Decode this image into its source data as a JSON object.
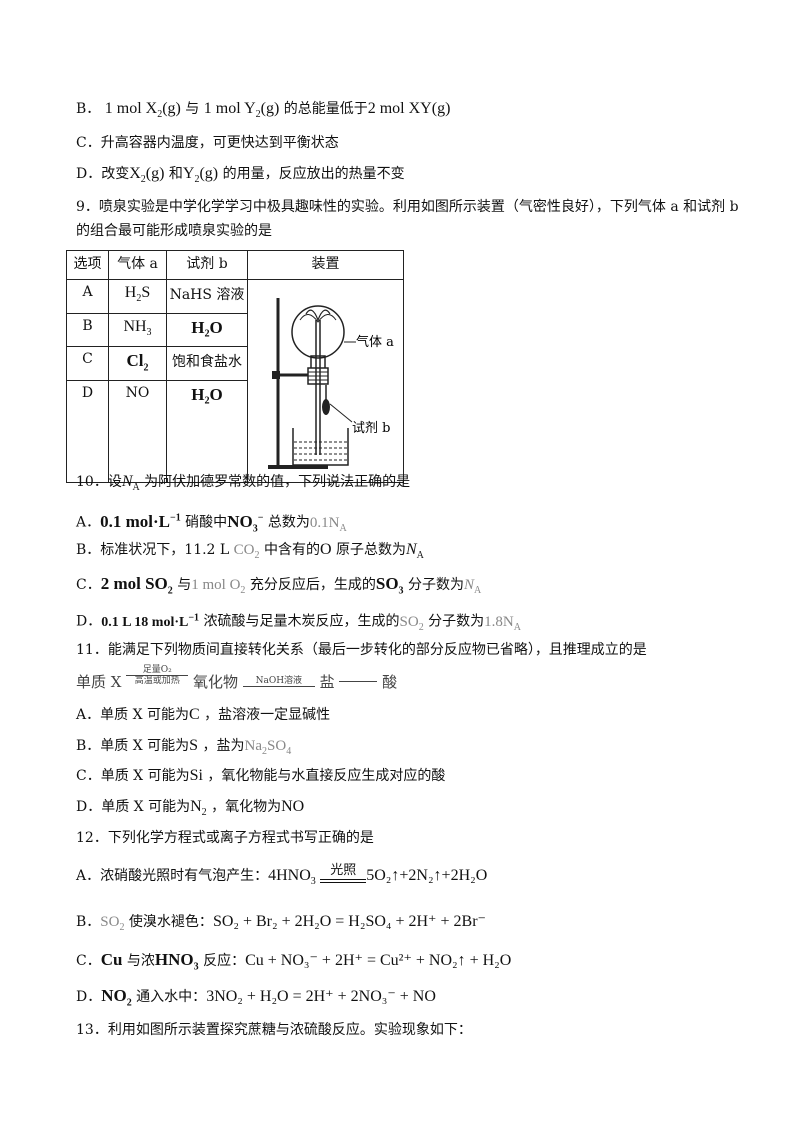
{
  "q8": {
    "B": {
      "label": "B．",
      "p1": "1 mol X",
      "p1sub": "2",
      "p1b": "(g)",
      "p2": " 与",
      "p3": "1 mol Y",
      "p3sub": "2",
      "p3b": "(g)",
      "p4": " 的总能量低于",
      "p5": "2 mol XY(g)"
    },
    "C": {
      "label": "C．",
      "text": "升高容器内温度，可更快达到平衡状态"
    },
    "D": {
      "label": "D．",
      "p1": "改变",
      "x": "X",
      "xsub": "2",
      "xb": "(g)",
      "p2": " 和",
      "y": "Y",
      "ysub": "2",
      "yb": "(g)",
      "p3": " 的用量，反应放出的热量不变"
    }
  },
  "q9": {
    "line1": "9．喷泉实验是中学化学学习中极具趣味性的实验。利用如图所示装置（气密性良好），下列气体  a 和试剂  b",
    "line2": "的组合最可能形成喷泉实验的是",
    "table": {
      "headers": [
        "选项",
        "气体  a",
        "试剂  b",
        "装置"
      ],
      "rows": [
        {
          "opt": "A",
          "gas": "H",
          "gas_sub": "2",
          "gas_after": "S",
          "reagent": "NaHS 溶液"
        },
        {
          "opt": "B",
          "gas": "NH",
          "gas_sub": "3",
          "gas_after": "",
          "reagent": "H₂O"
        },
        {
          "opt": "C",
          "gas": "Cl",
          "gas_sub": "2",
          "gas_after": "",
          "reagent": "饱和食盐水"
        },
        {
          "opt": "D",
          "gas": "NO",
          "gas_sub": "",
          "gas_after": "",
          "reagent": "H₂O"
        }
      ],
      "diagram_label_gas": "气体 a",
      "diagram_label_reagent": "试剂 b"
    }
  },
  "q10": {
    "stem1": "10．设",
    "na": "N",
    "na_sub": "A",
    "stem2": " 为阿伏加德罗常数的值，下列说法正确的是",
    "A": {
      "label": "A．",
      "p1": "0.1 mol·L",
      "p1sup": "−1",
      "p2": " 硝酸中",
      "p3": "NO",
      "p3sub": "3",
      "p3sup": "−",
      "p4": " 总数为",
      "p5": "0.1N",
      "p5sub": "A"
    },
    "B": {
      "label": "B．",
      "p1": "标准状况下，11.2 L ",
      "p2": "CO",
      "p2sub": "2",
      "p3": " 中含有的",
      "p4": "O",
      "p5": " 原子总数为",
      "p6": "N",
      "p6sub": "A"
    },
    "C": {
      "label": "C．",
      "p1": "2 mol SO",
      "p1sub": "2",
      "p2": " 与",
      "p3": "1 mol O",
      "p3sub": "2",
      "p4": " 充分反应后，生成的",
      "p5": "SO",
      "p5sub": "3",
      "p6": " 分子数为",
      "p7": "N",
      "p7sub": "A"
    },
    "D": {
      "label": "D．",
      "p1": "0.1 L 18 mol·L",
      "p1sup": "−1",
      "p2": " 浓硫酸与足量木炭反应，生成的",
      "p3": "SO",
      "p3sub": "2",
      "p4": " 分子数为",
      "p5": "1.8N",
      "p5sub": "A"
    }
  },
  "q11": {
    "stem": "11．能满足下列物质间直接转化关系（最后一步转化的部分反应物已省略），且推理成立的是",
    "chain": {
      "s1": "单质 X",
      "a1_top": "足量O₂",
      "a1_bot": "高温或加热",
      "s2": "氧化物",
      "a2_top": "NaOH溶液",
      "s3": "盐",
      "s4": "酸"
    },
    "A": {
      "label": "A．",
      "p1": "单质 X  可能为",
      "p2": "C",
      "p3": " ，盐溶液一定显碱性"
    },
    "B": {
      "label": "B．",
      "p1": "单质 X  可能为",
      "p2": "S",
      "p3": " ，盐为",
      "p4": "Na",
      "p4sub": "2",
      "p4b": "SO",
      "p4sub2": "4"
    },
    "C": {
      "label": "C．",
      "p1": "单质 X  可能为",
      "p2": "Si",
      "p3": " ，氧化物能与水直接反应生成对应的酸"
    },
    "D": {
      "label": "D．",
      "p1": "单质 X  可能为",
      "p2": "N",
      "p2sub": "2",
      "p3": " ，氧化物为",
      "p4": "NO"
    }
  },
  "q12": {
    "stem": "12．下列化学方程式或离子方程式书写正确的是",
    "A": {
      "label": "A．",
      "p1": "浓硝酸光照时有气泡产生：",
      "lhs": "4HNO",
      "lhs_sub": "3",
      "cond": "光照",
      "rhs": "5O₂↑+2N₂↑+2H₂O"
    },
    "B": {
      "label": "B．",
      "p1": "SO",
      "p1sub": "2",
      "p2": " 使溴水褪色：",
      "eq": "SO₂ + Br₂ + 2H₂O = H₂SO₄ + 2H⁺ + 2Br⁻"
    },
    "C": {
      "label": "C．",
      "p1": "Cu",
      "p2": " 与浓",
      "p3": "HNO",
      "p3sub": "3",
      "p4": " 反应：",
      "eq": "Cu + NO₃⁻ + 2H⁺ = Cu²⁺ + NO₂↑ + H₂O"
    },
    "D": {
      "label": "D．",
      "p1": "NO",
      "p1sub": "2",
      "p2": " 通入水中：",
      "eq": "3NO₂ + H₂O = 2H⁺ + 2NO₃⁻ + NO"
    }
  },
  "q13": {
    "stem": "13．利用如图所示装置探究蔗糖与浓硫酸反应。实验现象如下："
  }
}
